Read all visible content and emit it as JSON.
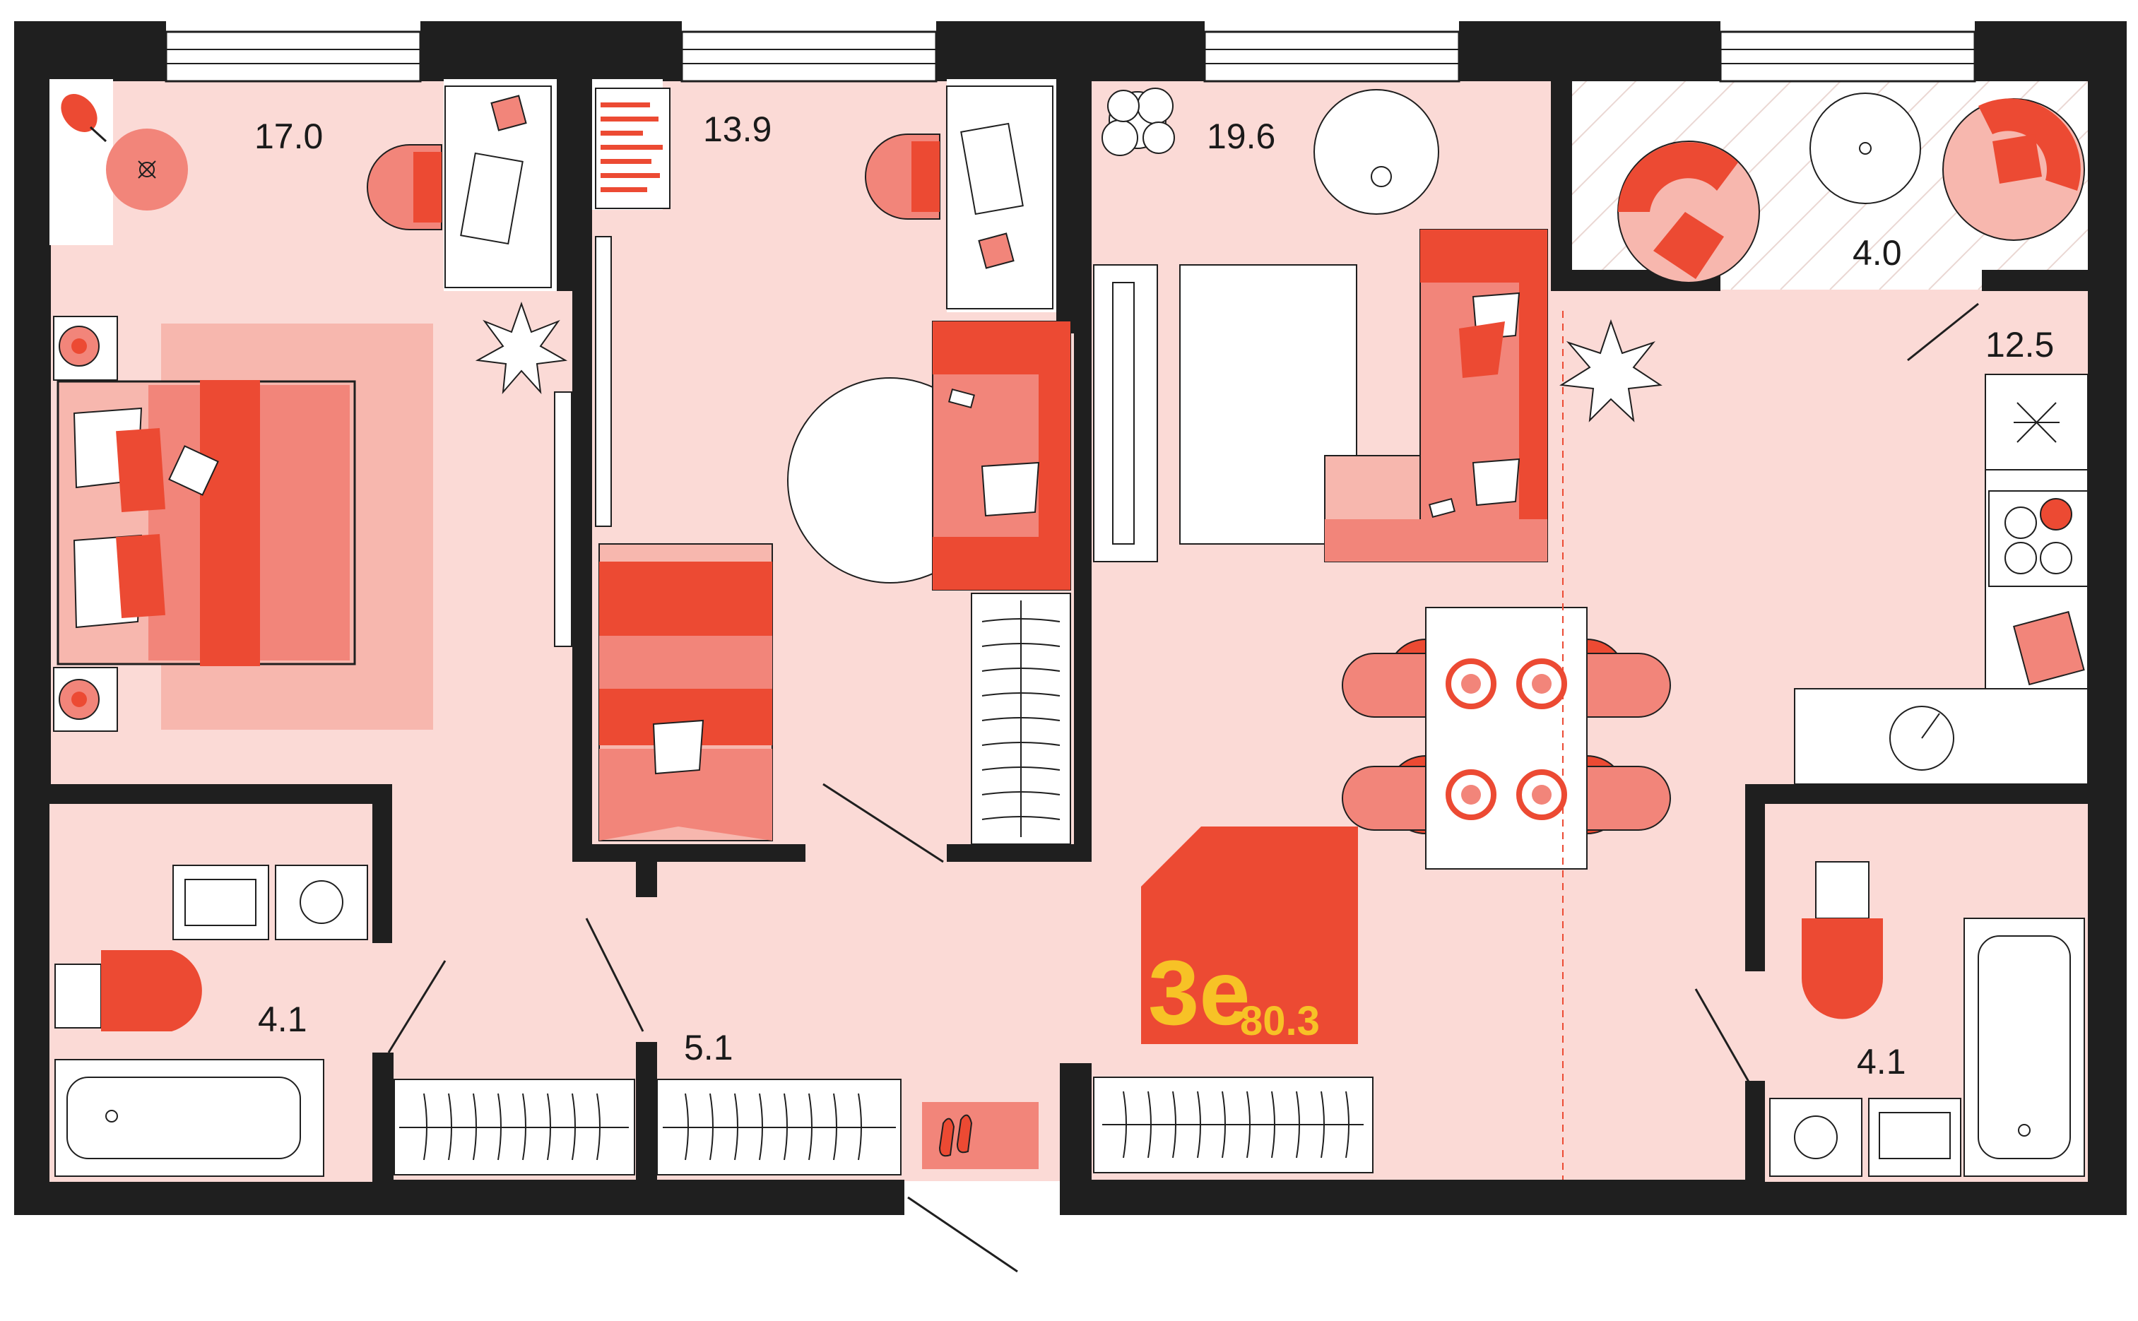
{
  "plan": {
    "type_label": "3е",
    "total_area": "80.3",
    "rooms": [
      {
        "id": "bedroom-1",
        "area": "17.0"
      },
      {
        "id": "bedroom-2",
        "area": "13.9"
      },
      {
        "id": "living-room",
        "area": "19.6"
      },
      {
        "id": "balcony",
        "area": "4.0"
      },
      {
        "id": "kitchen",
        "area": "12.5"
      },
      {
        "id": "bathroom-1",
        "area": "4.1"
      },
      {
        "id": "hallway",
        "area": "5.1"
      },
      {
        "id": "bathroom-2",
        "area": "4.1"
      }
    ]
  },
  "colors": {
    "wall": "#1f1f1f",
    "floor": "#FBDAD6",
    "accent_red": "#EC4A33",
    "salmon": "#F2857A",
    "light_salmon": "#F7B7AE",
    "badge_text": "#F7C226"
  }
}
